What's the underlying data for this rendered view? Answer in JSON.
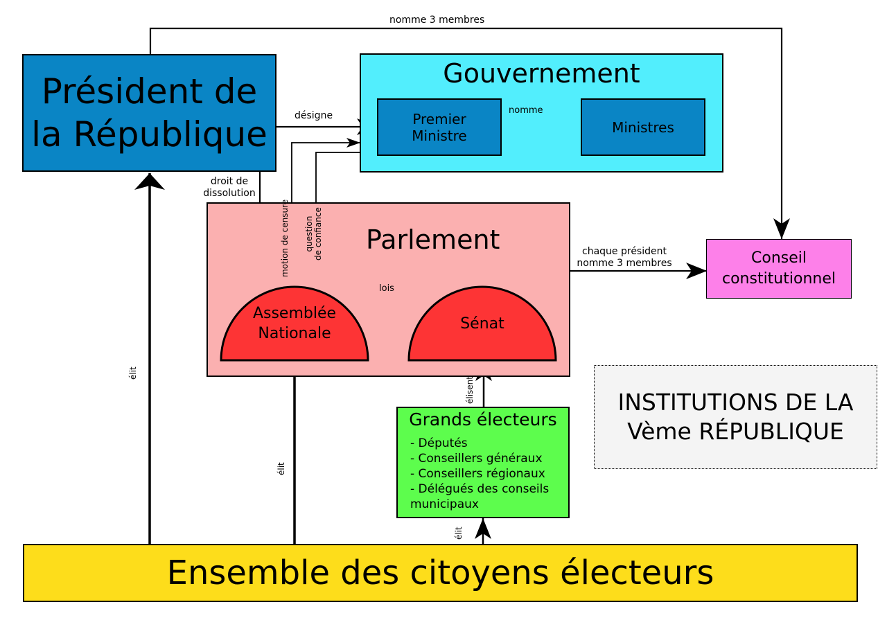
{
  "president": {
    "line1": "Président de",
    "line2": "la République",
    "color": "#0a85c5"
  },
  "gouvernement": {
    "title": "Gouvernement",
    "color": "#52eefd",
    "premier_ministre": {
      "line1": "Premier",
      "line2": "Ministre"
    },
    "ministres": "Ministres",
    "nomme_label": "nomme"
  },
  "parlement": {
    "title": "Parlement",
    "color": "#fbb0b0",
    "assemblee": {
      "line1": "Assemblée",
      "line2": "Nationale"
    },
    "senat": "Sénat",
    "lois_label": "lois",
    "dome_color": "#fd3435"
  },
  "conseil": {
    "line1": "Conseil",
    "line2": "constitutionnel",
    "color": "#fd80e9"
  },
  "grands_electeurs": {
    "title": "Grands électeurs",
    "color": "#5dfd4d",
    "items": [
      "- Députés",
      "- Conseillers généraux",
      "- Conseillers régionaux",
      "- Délégués des conseils",
      "municipaux"
    ]
  },
  "citoyens": {
    "label": "Ensemble des citoyens électeurs",
    "color": "#fddd1b"
  },
  "institutions": {
    "line1": "INSTITUTIONS DE LA",
    "line2": "Vème RÉPUBLIQUE",
    "bg": "#f4f4f4"
  },
  "edge_labels": {
    "nomme_3_membres": "nomme 3 membres",
    "designe": "désigne",
    "droit_line1": "droit de",
    "droit_line2": "dissolution",
    "motion_censure": "motion de censure",
    "question_line1": "question",
    "question_line2": "de confiance",
    "chaque_line1": "chaque président",
    "chaque_line2": "nomme 3 membres",
    "elit_left": "élit",
    "elit_middle": "élit",
    "elisent": "élisent",
    "elit_bottom": "élit"
  }
}
